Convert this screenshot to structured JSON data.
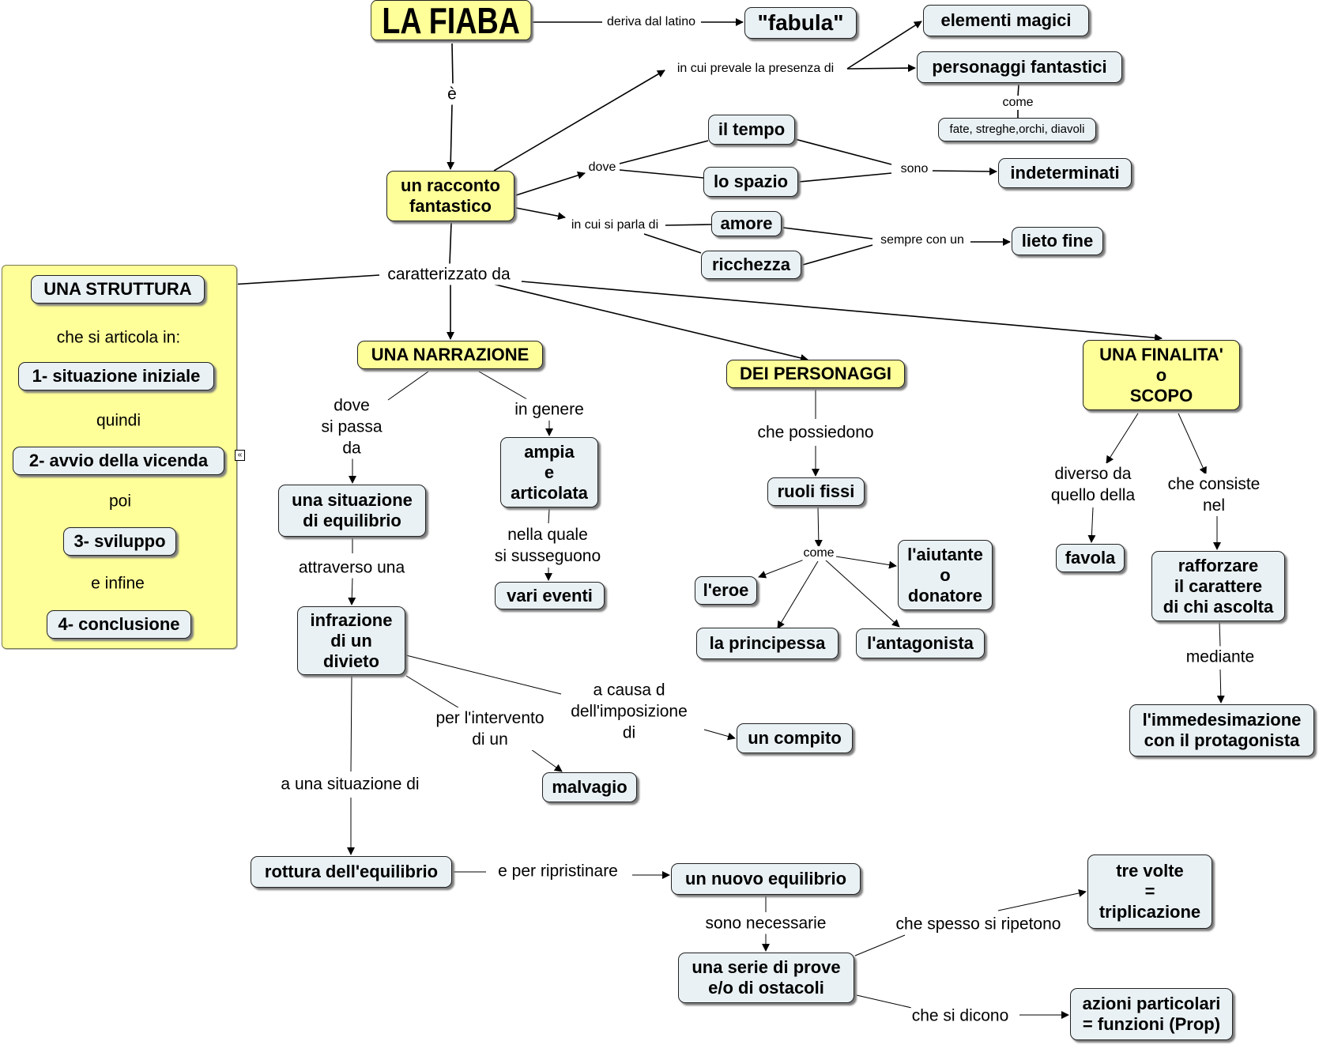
{
  "title": "LA FIABA",
  "colors": {
    "concept_yellow": "#ffff99",
    "concept_blue": "#e9f1f4",
    "line": "#000000"
  },
  "nodes": {
    "la_fiaba": "LA FIABA",
    "fabula": "\"fabula\"",
    "elementi_magici": "elementi magici",
    "personaggi_fantastici": "personaggi fantastici",
    "fate": "fate, streghe,orchi, diavoli",
    "il_tempo": "il tempo",
    "lo_spazio": "lo spazio",
    "indeterminati": "indeterminati",
    "amore": "amore",
    "ricchezza": "ricchezza",
    "lieto_fine": "lieto fine",
    "racconto": "un racconto\nfantastico",
    "struttura": "UNA STRUTTURA",
    "s1": "1- situazione iniziale",
    "s2": "2- avvio della vicenda",
    "s3": "3- sviluppo",
    "s4": "4- conclusione",
    "narrazione": "UNA NARRAZIONE",
    "equilibrio": "una situazione\ndi equilibrio",
    "ampia": "ampia\ne\narticolata",
    "vari_eventi": "vari eventi",
    "infrazione": "infrazione\ndi un\ndivieto",
    "compito": "un compito",
    "malvagio": "malvagio",
    "rottura": "rottura dell'equilibrio",
    "nuovo_equilibrio": "un nuovo equilibrio",
    "serie_prove": "una serie di prove\ne/o di ostacoli",
    "tre_volte": "tre volte\n=\ntriplicazione",
    "azioni": "azioni particolari\n= funzioni (Prop)",
    "personaggi": "DEI PERSONAGGI",
    "ruoli": "ruoli fissi",
    "eroe": "l'eroe",
    "principessa": "la principessa",
    "aiutante": "l'aiutante\no\ndonatore",
    "antagonista": "l'antagonista",
    "finalita": "UNA FINALITA'\no\nSCOPO",
    "favola": "favola",
    "rafforzare": "rafforzare\nil carattere\ndi chi ascolta",
    "immedesimazione": "l'immedesimazione\ncon il protagonista"
  },
  "links": {
    "deriva": "deriva dal latino",
    "e": "è",
    "prevale": "in cui prevale la presenza di",
    "come1": "come",
    "dove": "dove",
    "sono": "sono",
    "parla": "in cui si parla di",
    "sempre": "sempre con un",
    "caratterizzato": "caratterizzato da",
    "articola": "che si articola in:",
    "quindi": "quindi",
    "poi": "poi",
    "infine": "e infine",
    "dove_passa": "dove\nsi passa\nda",
    "in_genere": "in genere",
    "nella_quale": "nella quale\nsi susseguono",
    "attraverso": "attraverso una",
    "intervento": "per l'intervento\ndi un",
    "a_causa": "a causa d\ndell'imposizione\ndi",
    "situazione_di": "a una situazione di",
    "ripristinare": "e per ripristinare",
    "necessarie": "sono necessarie",
    "ripetono": "che spesso si ripetono",
    "dicono": "che si dicono",
    "possiedono": "che possiedono",
    "come2": "come",
    "diverso": "diverso da\nquello della",
    "consiste": "che consiste\nnel",
    "mediante": "mediante"
  },
  "icons": {
    "collapse": "«"
  }
}
